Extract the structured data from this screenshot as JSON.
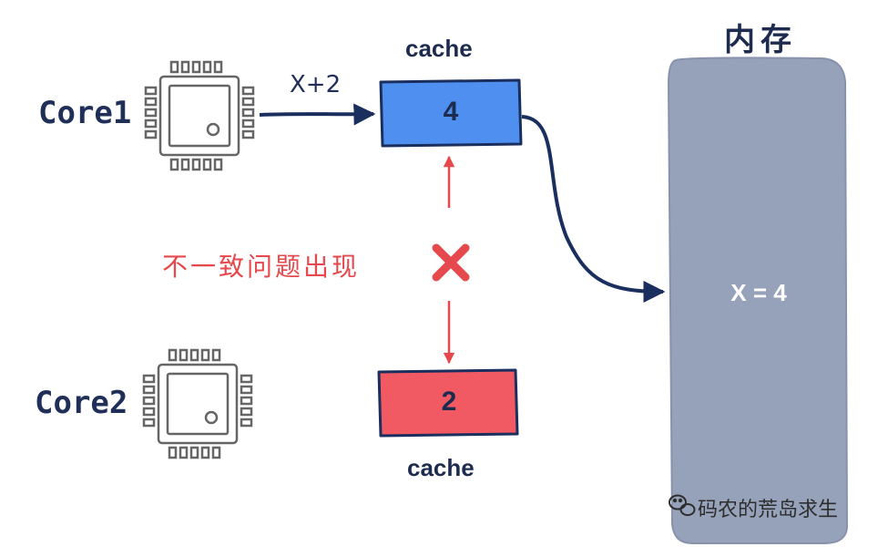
{
  "core1": {
    "label": "Core1"
  },
  "core2": {
    "label": "Core2"
  },
  "cache_top": {
    "label": "cache",
    "value": "4",
    "color": "#4f8ff0"
  },
  "cache_bottom": {
    "label": "cache",
    "value": "2",
    "color": "#f15a63"
  },
  "operation": {
    "label": "X+2"
  },
  "memory": {
    "title": "内存",
    "value": "X = 4",
    "color": "#96a2b9"
  },
  "conflict": {
    "label": "不一致问题出现",
    "icon": "cross-icon",
    "color": "#e5484d"
  },
  "watermark": {
    "text": "码农的荒岛求生",
    "icon": "wechat-icon"
  },
  "colors": {
    "navy": "#1a2f5e",
    "red": "#e5484d"
  }
}
